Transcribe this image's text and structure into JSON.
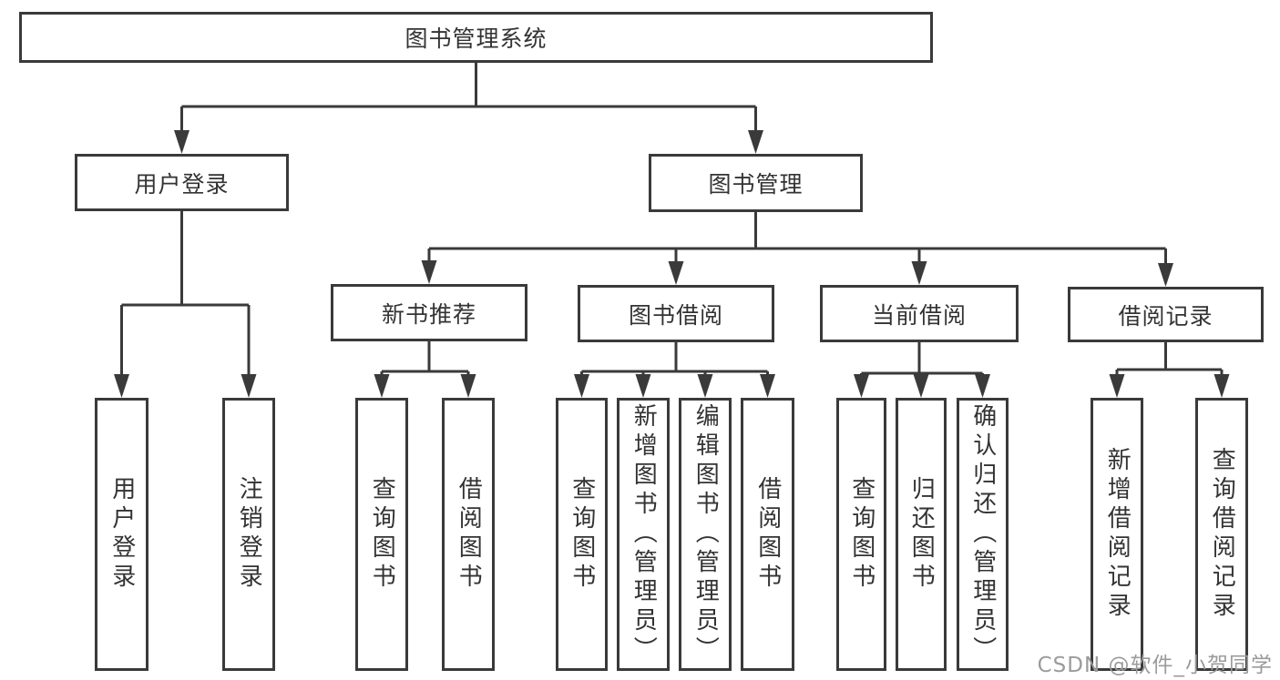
{
  "tree": {
    "root": "图书管理系统",
    "branches": [
      {
        "label": "用户登录",
        "children": [
          "用户登录",
          "注销登录"
        ]
      },
      {
        "label": "图书管理",
        "children": [
          {
            "label": "新书推荐",
            "children": [
              "查询图书",
              "借阅图书"
            ]
          },
          {
            "label": "图书借阅",
            "children": [
              "查询图书",
              "新增图书（管理员）",
              "编辑图书（管理员）",
              "借阅图书"
            ]
          },
          {
            "label": "当前借阅",
            "children": [
              "查询图书",
              "归还图书",
              "确认归还（管理员）"
            ]
          },
          {
            "label": "借阅记录",
            "children": [
              "新增借阅记录",
              "查询借阅记录"
            ]
          }
        ]
      }
    ]
  },
  "watermark": "CSDN @软件_小贺同学",
  "colors": {
    "line": "#3a3a3a",
    "text": "#333333",
    "watermark": "#9b9b9b",
    "background": "#ffffff"
  }
}
